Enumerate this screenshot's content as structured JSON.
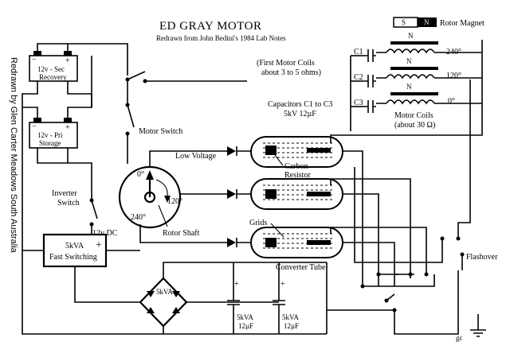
{
  "title": "ED GRAY MOTOR",
  "subtitle": "Redrawn from John Bedini's 1984 Lab Notes",
  "side_credit": "Redrawn by Glen Carter Meadows  South Australia",
  "labels": {
    "rotor_magnet": "Rotor Magnet",
    "magnet_s": "S",
    "magnet_n": "N",
    "coil_n": "N",
    "first_motor_coils_1": "(First Motor Coils",
    "first_motor_coils_2": "about 3 to 5 ohms)",
    "deg_240": "240°",
    "deg_120": "120°",
    "deg_0": "0°",
    "c1": "C1",
    "c2": "C2",
    "c3": "C3",
    "capacitors_1": "Capacitors C1 to C3",
    "capacitors_2": "5kV 12µF",
    "motor_coils_1": "Motor Coils",
    "motor_coils_2": "(about 30 Ω)",
    "battery_recovery_1": "12v - Sec",
    "battery_recovery_2": "Recovery",
    "battery_storage_1": "12v - Pri",
    "battery_storage_2": "Storage",
    "motor_switch": "Motor Switch",
    "low_voltage": "Low Voltage",
    "carbon_1": "Carbon",
    "carbon_2": "Resistor",
    "rotor_0": "0°",
    "rotor_120": "120°",
    "rotor_240": "240°",
    "rotor_shaft": "Rotor Shaft",
    "inverter_1": "Inverter",
    "inverter_2": "Switch",
    "dc_12v": "12v DC",
    "plus": "+",
    "minus": "−",
    "fast_1": "5kVA",
    "fast_2": "Fast Switching",
    "grids": "Grids",
    "converter_tube": "Converter Tube",
    "flashover": "Flashover",
    "bridge": "5kVA",
    "cap_a_1": "5kVA",
    "cap_a_2": "12µF",
    "cap_b_1": "5kVA",
    "cap_b_2": "12µF",
    "gc": "gc"
  }
}
